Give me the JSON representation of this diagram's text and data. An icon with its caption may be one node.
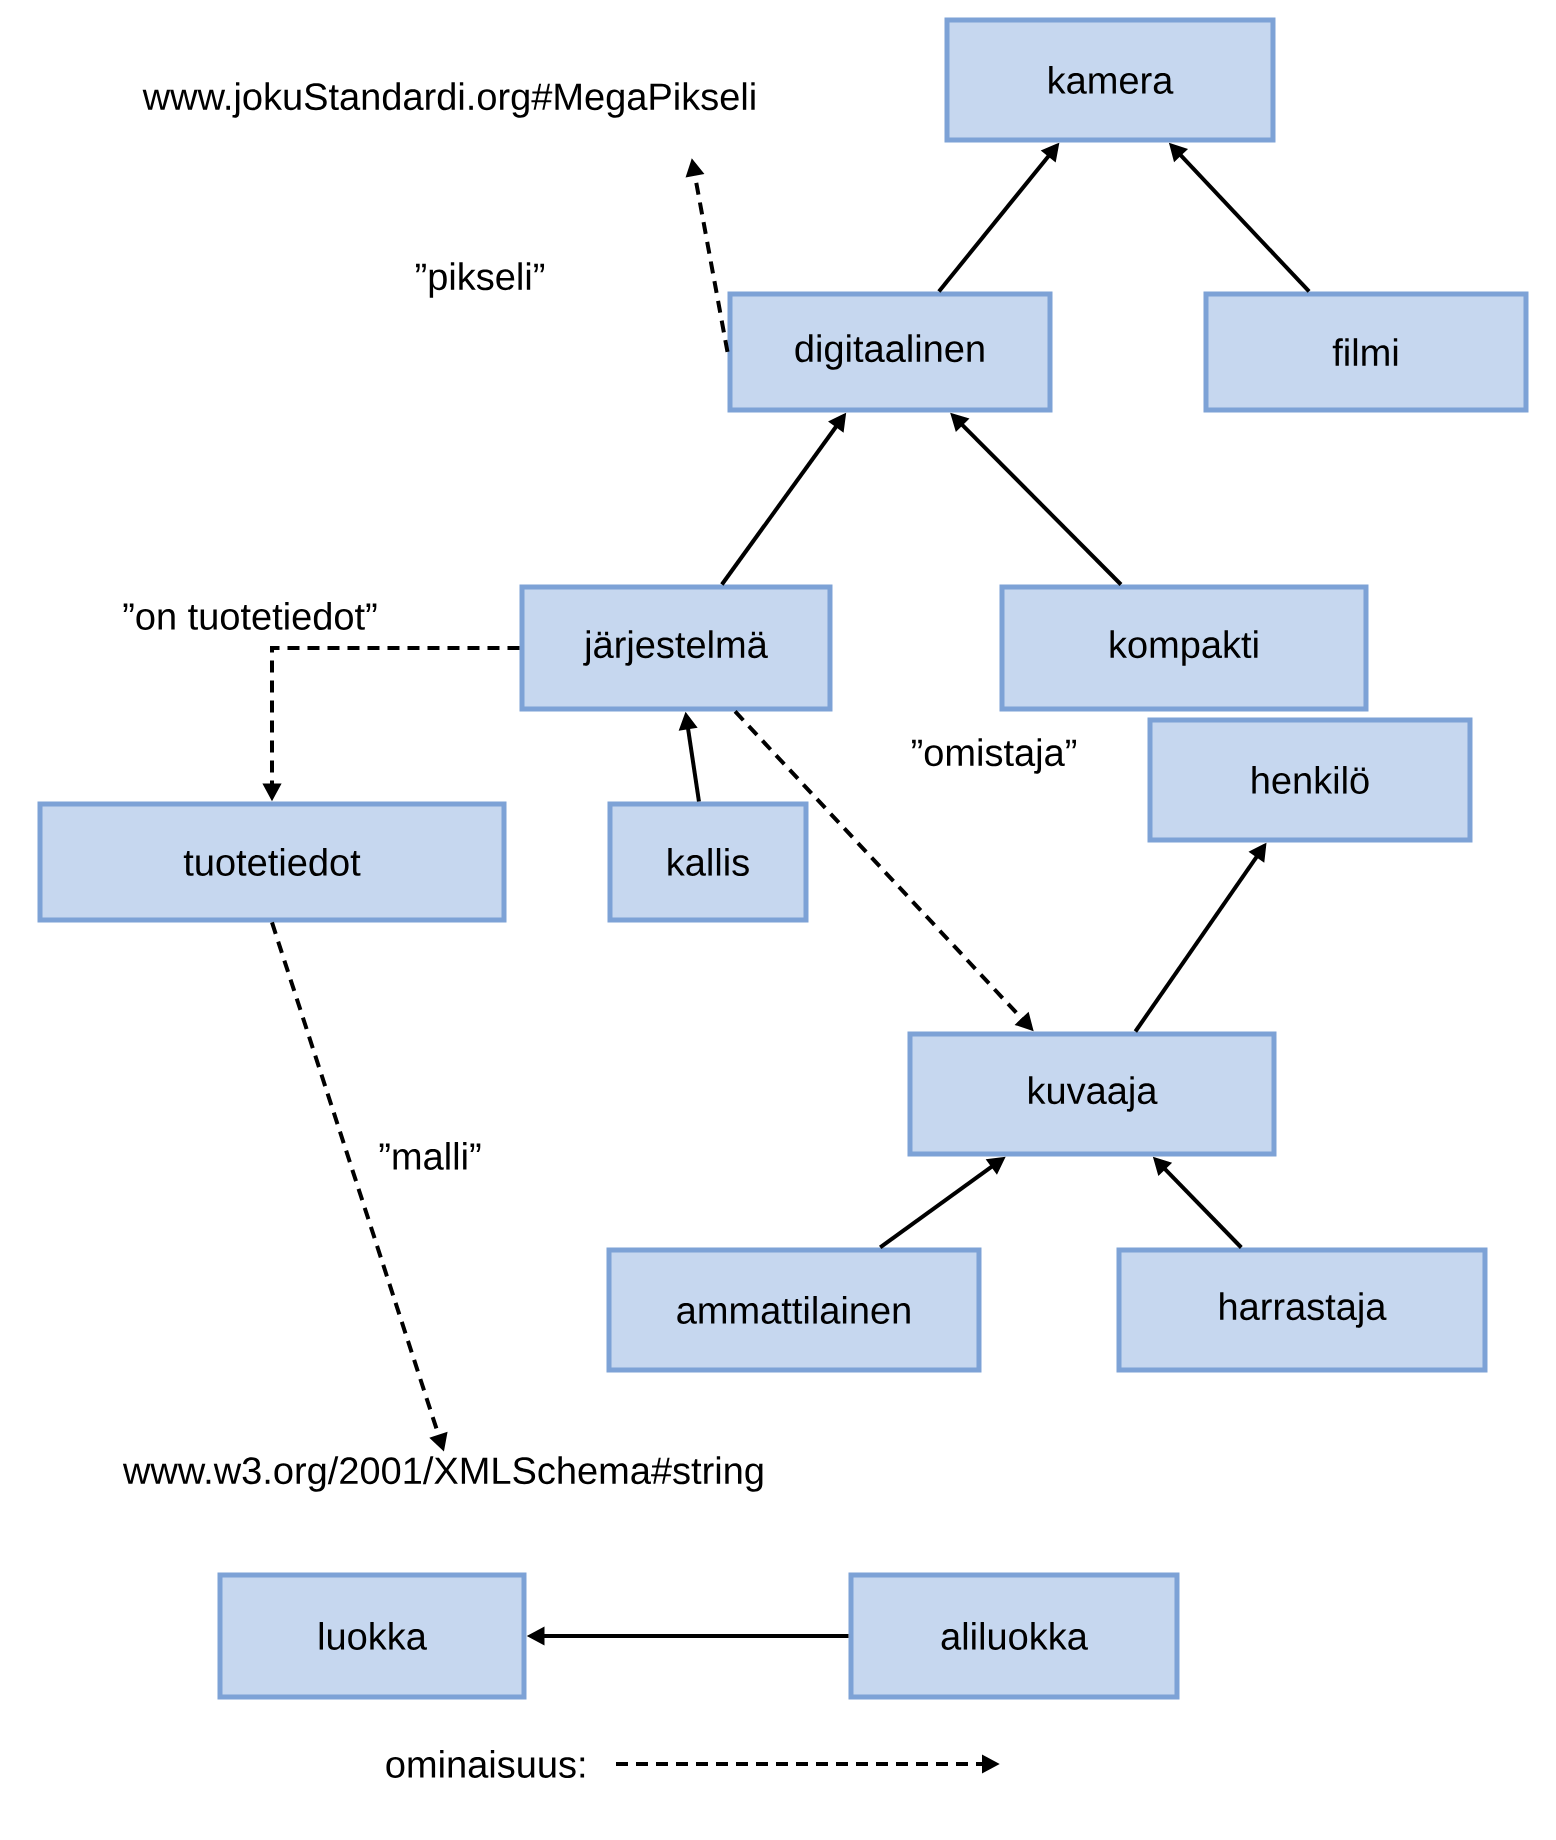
{
  "diagram": {
    "nodes": [
      {
        "text": [
          "kamera"
        ]
      },
      {
        "text": [
          "www.jokuStandardi.org#MegaPikseli"
        ]
      },
      {
        "text": [
          "digitaalinen"
        ]
      },
      {
        "text": [
          "filmi"
        ]
      },
      {
        "text": [
          "järjestelmä"
        ]
      },
      {
        "text": [
          "kompakti"
        ]
      },
      {
        "text": [
          "tuotetiedot"
        ]
      },
      {
        "text": [
          "kallis"
        ]
      },
      {
        "text": [
          "henkilö"
        ]
      },
      {
        "text": [
          "kuvaaja"
        ]
      },
      {
        "text": [
          "ammattilainen"
        ]
      },
      {
        "text": [
          "harrastaja"
        ]
      },
      {
        "text": [
          "www.w3.org/2001/XMLSchema#string"
        ]
      },
      {
        "text": [
          "luokka"
        ]
      },
      {
        "text": [
          "aliluokka"
        ]
      }
    ],
    "edges": [
      {
        "from": 2,
        "to": 0,
        "arrow": "to"
      },
      {
        "from": 3,
        "to": 0,
        "arrow": "to"
      },
      {
        "from": 2,
        "to": 1,
        "arrow": "to",
        "style": "dashed",
        "label": "”pikseli”"
      },
      {
        "from": 4,
        "to": 2,
        "arrow": "to"
      },
      {
        "from": 5,
        "to": 2,
        "arrow": "to"
      },
      {
        "from": 4,
        "to": 6,
        "arrow": "to",
        "style": "dashed",
        "label": "”on tuotetiedot”"
      },
      {
        "from": 7,
        "to": 4,
        "arrow": "to"
      },
      {
        "from": 4,
        "to": 9,
        "arrow": "to",
        "style": "dashed",
        "label": "”omistaja”"
      },
      {
        "from": 9,
        "to": 8,
        "arrow": "to"
      },
      {
        "from": 10,
        "to": 9,
        "arrow": "to"
      },
      {
        "from": 11,
        "to": 9,
        "arrow": "to"
      },
      {
        "from": 6,
        "to": 12,
        "arrow": "to",
        "style": "dashed",
        "label": "”malli”"
      },
      {
        "from": 14,
        "to": 13,
        "arrow": "to"
      }
    ],
    "legend": [
      {
        "text": "ominaisuus:"
      }
    ]
  }
}
